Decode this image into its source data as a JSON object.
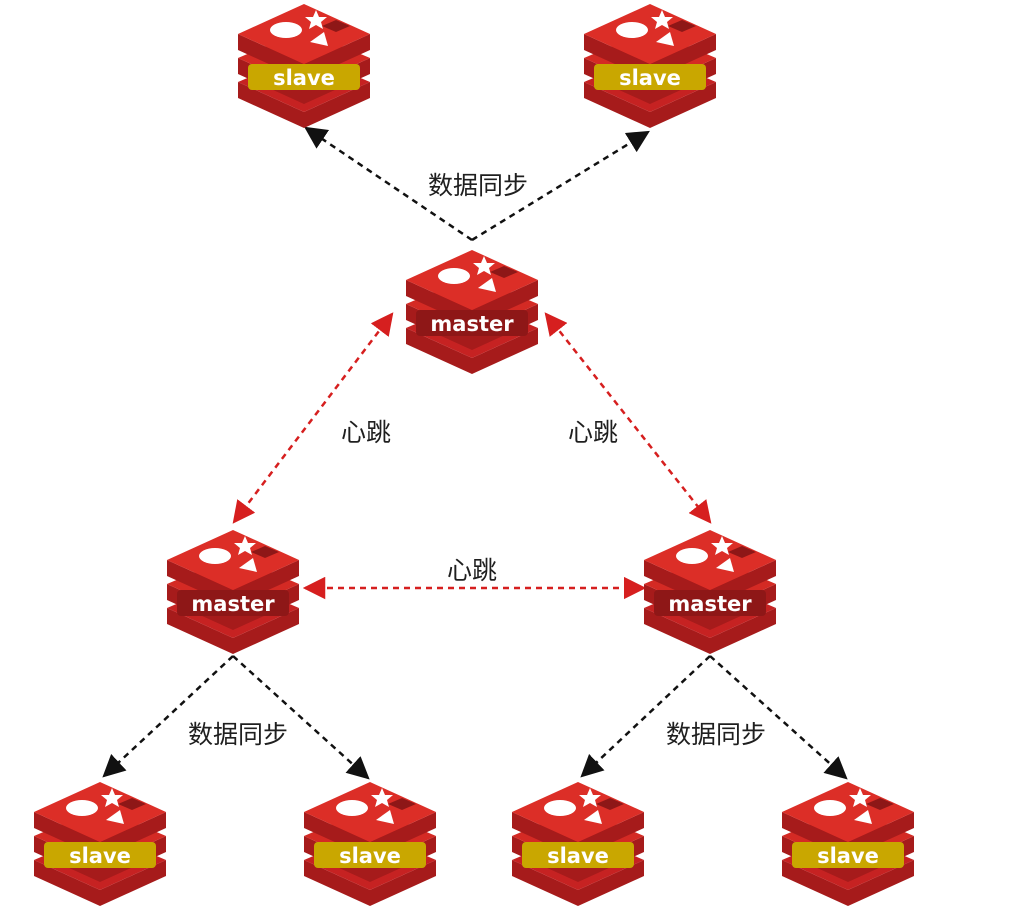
{
  "diagram": {
    "colors": {
      "master_badge": "#8e1717",
      "master_text": "#ffffff",
      "slave_badge": "#c9a700",
      "slave_text": "#ffffff",
      "heartbeat_edge": "#d61f1f",
      "sync_edge": "#111111"
    },
    "nodes": [
      {
        "id": "master-top",
        "role": "master",
        "label": "master"
      },
      {
        "id": "master-left",
        "role": "master",
        "label": "master"
      },
      {
        "id": "master-right",
        "role": "master",
        "label": "master"
      },
      {
        "id": "slave-top-left",
        "role": "slave",
        "label": "slave"
      },
      {
        "id": "slave-top-right",
        "role": "slave",
        "label": "slave"
      },
      {
        "id": "slave-bottom-1",
        "role": "slave",
        "label": "slave"
      },
      {
        "id": "slave-bottom-2",
        "role": "slave",
        "label": "slave"
      },
      {
        "id": "slave-bottom-3",
        "role": "slave",
        "label": "slave"
      },
      {
        "id": "slave-bottom-4",
        "role": "slave",
        "label": "slave"
      }
    ],
    "edge_labels": {
      "sync_top": "数据同步",
      "heartbeat_left": "心跳",
      "heartbeat_right": "心跳",
      "heartbeat_bottom": "心跳",
      "sync_bottom_left": "数据同步",
      "sync_bottom_right": "数据同步"
    },
    "edges": [
      {
        "from": "master-top",
        "to": "slave-top-left",
        "kind": "sync",
        "label_key": "sync_top"
      },
      {
        "from": "master-top",
        "to": "slave-top-right",
        "kind": "sync",
        "label_key": "sync_top"
      },
      {
        "from": "master-top",
        "to": "master-left",
        "kind": "heartbeat",
        "bidirectional": true,
        "label_key": "heartbeat_left"
      },
      {
        "from": "master-top",
        "to": "master-right",
        "kind": "heartbeat",
        "bidirectional": true,
        "label_key": "heartbeat_right"
      },
      {
        "from": "master-left",
        "to": "master-right",
        "kind": "heartbeat",
        "bidirectional": true,
        "label_key": "heartbeat_bottom"
      },
      {
        "from": "master-left",
        "to": "slave-bottom-1",
        "kind": "sync",
        "label_key": "sync_bottom_left"
      },
      {
        "from": "master-left",
        "to": "slave-bottom-2",
        "kind": "sync",
        "label_key": "sync_bottom_left"
      },
      {
        "from": "master-right",
        "to": "slave-bottom-3",
        "kind": "sync",
        "label_key": "sync_bottom_right"
      },
      {
        "from": "master-right",
        "to": "slave-bottom-4",
        "kind": "sync",
        "label_key": "sync_bottom_right"
      }
    ]
  }
}
